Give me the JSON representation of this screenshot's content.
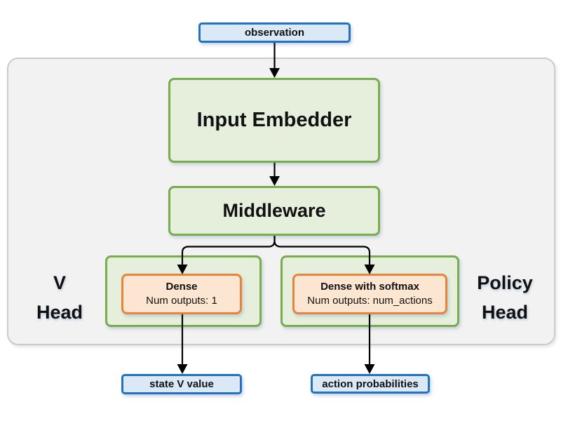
{
  "nodes": {
    "observation": {
      "label": "observation"
    },
    "input_embedder": {
      "label": "Input Embedder"
    },
    "middleware": {
      "label": "Middleware"
    },
    "v_head_label": {
      "line1": "V",
      "line2": "Head"
    },
    "policy_head_label": {
      "line1": "Policy",
      "line2": "Head"
    },
    "v_dense": {
      "title": "Dense",
      "subtitle": "Num outputs: 1"
    },
    "policy_dense": {
      "title": "Dense with softmax",
      "subtitle": "Num outputs: num_actions"
    },
    "state_v_value": {
      "label": "state V value"
    },
    "action_probabilities": {
      "label": "action probabilities"
    }
  },
  "colors": {
    "blue_fill": "#dbe9f6",
    "blue_border": "#1f72c4",
    "green_fill": "#e5efdc",
    "green_border": "#77ad4d",
    "orange_fill": "#fce6d1",
    "orange_border": "#e8833c",
    "gray_fill": "#f2f2f2",
    "gray_border": "#cbcbcb",
    "arrow": "#000000"
  }
}
